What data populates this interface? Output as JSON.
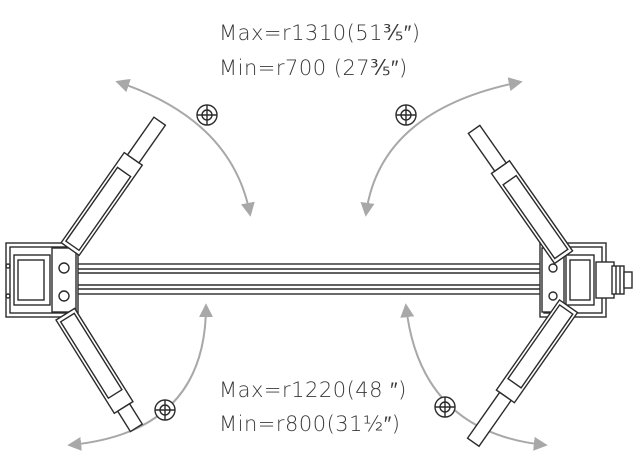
{
  "labels": {
    "front_max": "Max=r1310(51⅗″)",
    "front_min": "Min=r700 (27⅗″)",
    "rear_max": "Max=r1220(48 ″)",
    "rear_min": "Min=r800(31½″)"
  },
  "colors": {
    "line": "#2b2b2b",
    "arc": "#a8a8a8",
    "text": "#3a3a3a"
  }
}
